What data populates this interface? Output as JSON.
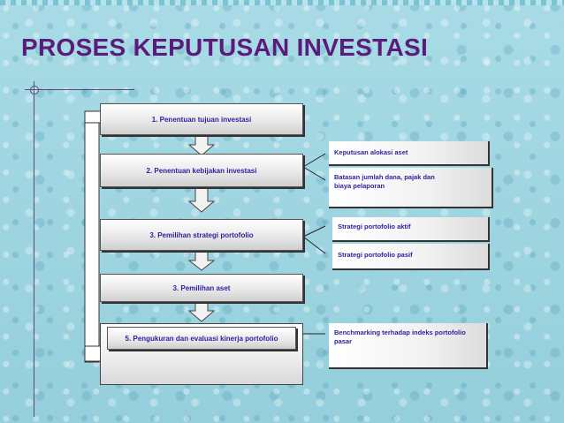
{
  "title": "PROSES KEPUTUSAN INVESTASI",
  "steps": [
    {
      "label": "1. Penentuan tujuan investasi"
    },
    {
      "label": "2. Penentuan kebijakan investasi"
    },
    {
      "label": "3. Pemilihan strategi portofolio"
    },
    {
      "label": "3. Pemilihan aset"
    },
    {
      "label": "5. Pengukuran dan evaluasi kinerja portofolio"
    }
  ],
  "notes": [
    {
      "label": "Keputusan alokasi aset"
    },
    {
      "label": "Batasan jumlah dana, pajak dan biaya pelaporan"
    },
    {
      "label": "Strategi portofolio aktif"
    },
    {
      "label": "Strategi portofolio pasif"
    },
    {
      "label": "Benchmarking terhadap indeks portofolio pasar"
    }
  ],
  "colors": {
    "title": "#5b1b7a",
    "box_text": "#2b1f9e",
    "background": "#9fd4e0"
  }
}
